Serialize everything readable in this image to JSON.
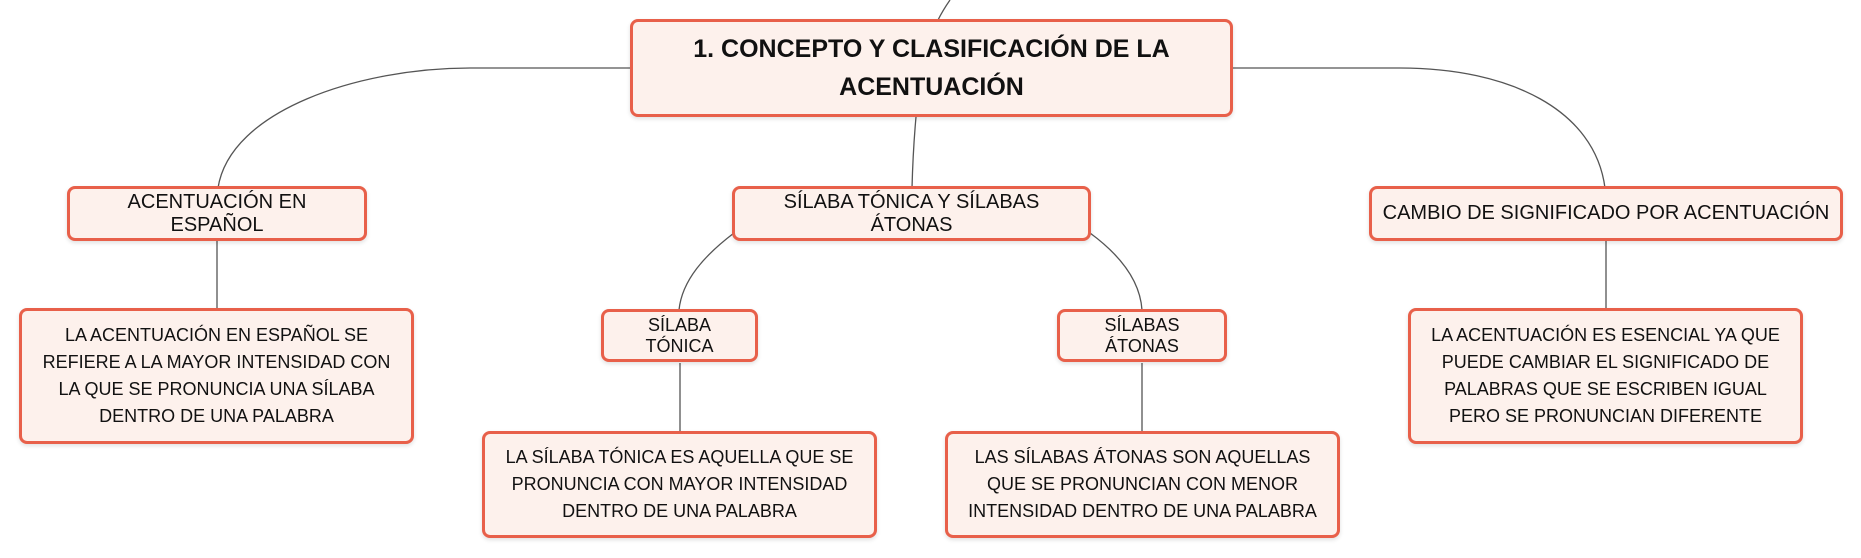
{
  "map": {
    "main_topic": "1. CONCEPTO Y CLASIFICACIÓN DE LA ACENTUACIÓN",
    "branch_left": {
      "title": "ACENTUACIÓN EN ESPAÑOL",
      "detail": "LA ACENTUACIÓN EN ESPAÑOL SE REFIERE A LA MAYOR INTENSIDAD CON LA QUE SE PRONUNCIA UNA SÍLABA DENTRO DE UNA PALABRA"
    },
    "branch_center": {
      "title": "SÍLABA TÓNICA Y SÍLABAS ÁTONAS",
      "sub_left": {
        "title": "SÍLABA TÓNICA",
        "detail": "LA SÍLABA TÓNICA ES AQUELLA QUE SE PRONUNCIA CON MAYOR INTENSIDAD DENTRO DE UNA PALABRA"
      },
      "sub_right": {
        "title": "SÍLABAS ÁTONAS",
        "detail": "LAS SÍLABAS ÁTONAS SON AQUELLAS QUE SE PRONUNCIAN CON MENOR INTENSIDAD DENTRO DE UNA PALABRA"
      }
    },
    "branch_right": {
      "title": "CAMBIO DE SIGNIFICADO POR ACENTUACIÓN",
      "detail": "LA ACENTUACIÓN ES ESENCIAL YA QUE PUEDE CAMBIAR EL SIGNIFICADO DE PALABRAS QUE SE ESCRIBEN IGUAL PERO SE PRONUNCIAN DIFERENTE"
    }
  },
  "colors": {
    "node_fill": "#fdf1ec",
    "node_border": "#e8604a",
    "connector": "#555555",
    "text": "#111111"
  }
}
